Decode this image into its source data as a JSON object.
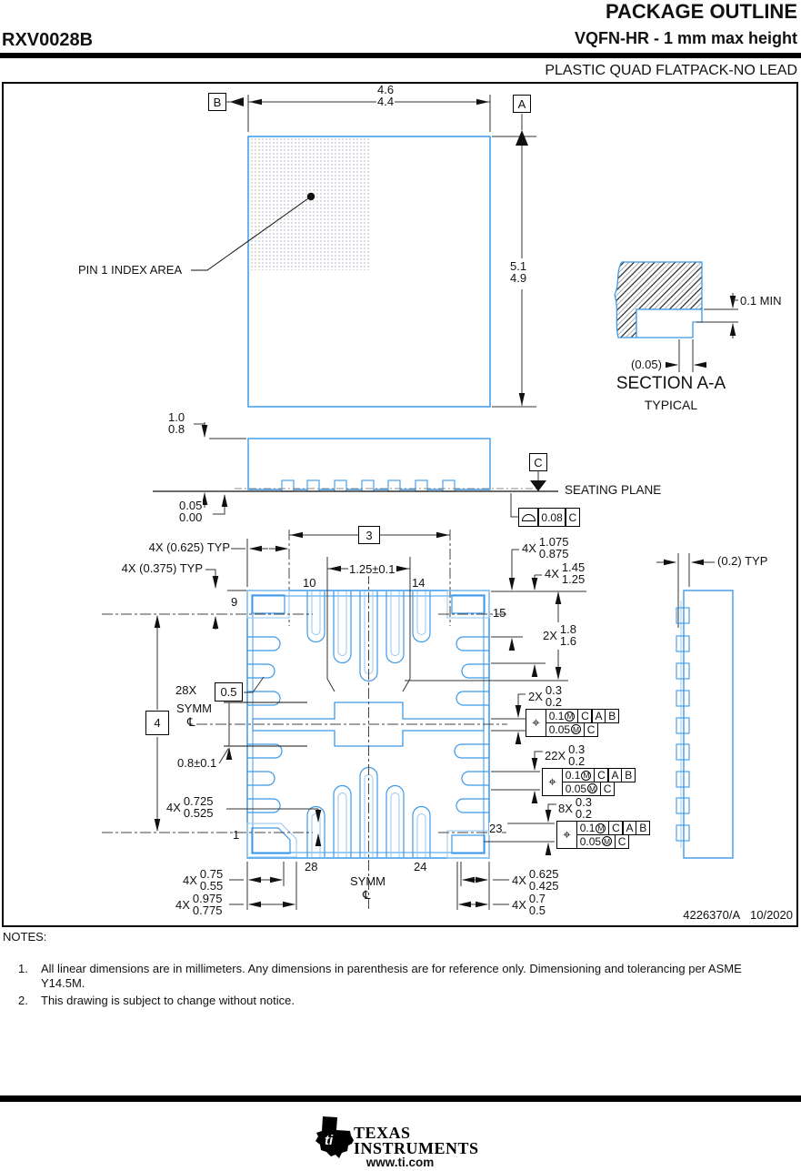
{
  "header": {
    "doc_title": "PACKAGE OUTLINE",
    "part_number": "RXV0028B",
    "package_title": "VQFN-HR - 1 mm max height",
    "package_family": "PLASTIC QUAD FLATPACK-NO LEAD"
  },
  "top_view": {
    "datum_a": "A",
    "datum_b": "B",
    "width_dim": {
      "max": "4.6",
      "min": "4.4"
    },
    "height_dim": {
      "max": "5.1",
      "min": "4.9"
    },
    "pin1_label": "PIN 1 INDEX AREA"
  },
  "section_view": {
    "step_dim": "0.1 MIN",
    "ref_dim": "(0.05)",
    "title": "SECTION A-A",
    "subtitle": "TYPICAL"
  },
  "side_view": {
    "thickness": {
      "prefix": "",
      "max": "1.0",
      "min": "0.8"
    },
    "standoff": {
      "prefix": "",
      "max": "0.05",
      "min": "0.00"
    },
    "datum_c": "C",
    "seating_plane_label": "SEATING PLANE",
    "flatness": {
      "value": "0.08",
      "datum": "C"
    }
  },
  "bottom_view": {
    "dim_3": "3",
    "datum_4": "4",
    "pitch": "1.25±0.1",
    "typ_0625": "4X (0.625) TYP",
    "typ_0375": "4X (0.375) TYP",
    "lead_28x_prefix": "28X",
    "lead_28x_value": "0.5",
    "symm_left": "SYMM",
    "symm_bottom": "SYMM",
    "centerline_left": "℄",
    "centerline_bottom": "℄",
    "pad_width": "0.8±0.1",
    "dim_0725": {
      "prefix": "4X",
      "max": "0.725",
      "min": "0.525"
    },
    "dim_075": {
      "prefix": "4X",
      "max": "0.75",
      "min": "0.55"
    },
    "dim_0975": {
      "prefix": "4X",
      "max": "0.975",
      "min": "0.775"
    },
    "dim_0625": {
      "prefix": "4X",
      "max": "0.625",
      "min": "0.425"
    },
    "dim_07": {
      "prefix": "4X",
      "max": "0.7",
      "min": "0.5"
    },
    "dim_1075": {
      "prefix": "4X",
      "max": "1.075",
      "min": "0.875"
    },
    "dim_145": {
      "prefix": "4X",
      "max": "1.45",
      "min": "1.25"
    },
    "dim_18": {
      "prefix": "2X",
      "max": "1.8",
      "min": "1.6"
    },
    "tol_2x": {
      "prefix": "2X",
      "max": "0.3",
      "min": "0.2"
    },
    "tol_22x": {
      "prefix": "22X",
      "max": "0.3",
      "min": "0.2"
    },
    "tol_8x": {
      "prefix": "8X",
      "max": "0.3",
      "min": "0.2"
    },
    "fcf": {
      "pos": "⌖",
      "r1_tol": "0.1",
      "r1_mod": "M",
      "r1_d": [
        "C",
        "A",
        "B"
      ],
      "r2_tol": "0.05",
      "r2_mod": "M",
      "r2_d": "C"
    },
    "typ_02": "(0.2) TYP",
    "pins": {
      "p1": "1",
      "p9": "9",
      "p10": "10",
      "p14": "14",
      "p15": "15",
      "p23": "23",
      "p24": "24",
      "p28": "28"
    }
  },
  "title_block": {
    "drawing_number": "4226370/A",
    "date": "10/2020"
  },
  "notes": {
    "heading": "NOTES:",
    "items": [
      {
        "num": "1.",
        "text": "All linear dimensions are in millimeters. Any dimensions in parenthesis are for reference only. Dimensioning and tolerancing per ASME Y14.5M."
      },
      {
        "num": "2.",
        "text": "This drawing is subject to change without notice."
      }
    ]
  },
  "footer": {
    "brand_top": "TEXAS",
    "brand_bottom": "INSTRUMENTS",
    "logo_monogram": "ti",
    "website": "www.ti.com"
  },
  "colors": {
    "drawing_blue": "#3b99e8",
    "halo_blue": "#90c6f2",
    "line_black": "#1a1a1a"
  }
}
